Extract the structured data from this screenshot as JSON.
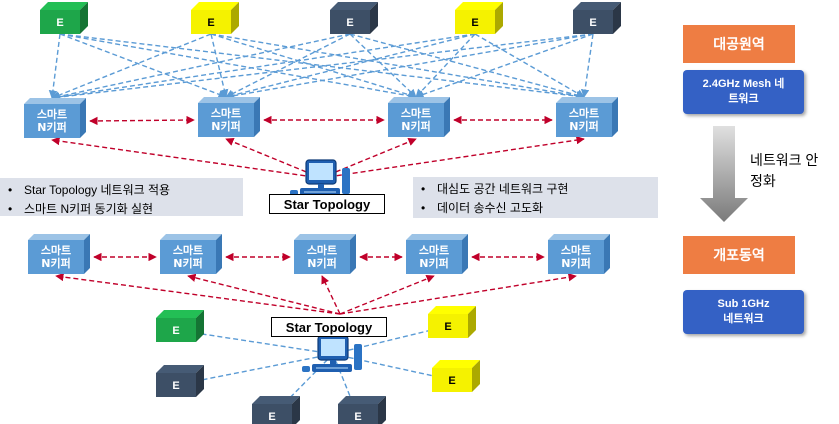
{
  "top_devices": [
    "E",
    "E",
    "E",
    "E",
    "E"
  ],
  "top_keepers": [
    "스마트\nN키퍼",
    "스마트\nN키퍼",
    "스마트\nN키퍼",
    "스마트\nN키퍼"
  ],
  "top_hub_label": "Star Topology",
  "bottom_keepers": [
    "스마트\nN키퍼",
    "스마트\nN키퍼",
    "스마트\nN키퍼",
    "스마트\nN키퍼",
    "스마트\nN키퍼"
  ],
  "bottom_hub_label": "Star Topology",
  "bottom_devices": [
    "E",
    "E",
    "E",
    "E",
    "E",
    "E"
  ],
  "left_notes": [
    "Star Topology 네트워크 적용",
    "스마트 N키퍼 동기화 실현"
  ],
  "right_notes": [
    "대심도 공간 네트워크 구현",
    "데이터 송수신 고도화"
  ],
  "side": {
    "top_title": "대공원역",
    "top_network": "2.4GHz Mesh 네\n트워크",
    "arrow_text": "네트워크 안\n정화",
    "bottom_title": "개포동역",
    "bottom_network": "Sub 1GHz\n네트워크"
  },
  "colors": {
    "green": "#1ea64a",
    "yellow": "#f5f200",
    "slate": "#3d4f66",
    "keeper": "#5b9bd5",
    "arrow_red": "#c0002a",
    "line_blue": "#5b9bd5",
    "orange": "#ee7d43",
    "blue_box": "#3461c5"
  }
}
